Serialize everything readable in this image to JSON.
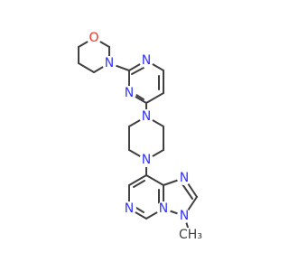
{
  "molecule": {
    "colors": {
      "bond": "#404040",
      "nitrogen": "#3333ff",
      "oxygen": "#ff2a2a",
      "carbon": "#404040"
    },
    "labels": {
      "O_morpholine": "O",
      "N_morpholine": "N",
      "N_pyrimidine_1": "N",
      "N_pyrimidine_3": "N",
      "N_piperazine_top": "N",
      "N_piperazine_bottom": "N",
      "N_purine_1": "N",
      "N_purine_3": "N",
      "N_purine_7": "N",
      "N_purine_9": "N",
      "methyl": "CH₃"
    }
  }
}
